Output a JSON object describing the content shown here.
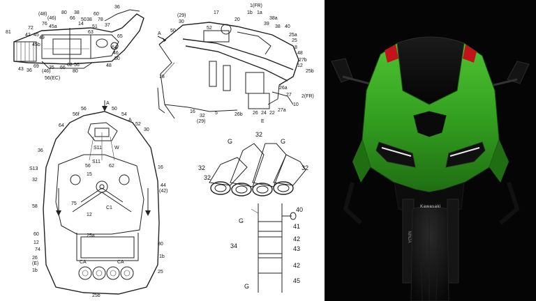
{
  "fig1": {
    "labels": [
      "(48)",
      "(46)",
      "80",
      "38",
      "60",
      "36",
      "45a",
      "45b",
      "81",
      "42",
      "45",
      "72",
      "76",
      "49",
      "43",
      "69",
      "36",
      "66",
      "62",
      "56",
      "56(EC)",
      "(46)",
      "80",
      "35",
      "50",
      "48",
      "64",
      "46",
      "51",
      "63",
      "65",
      "66",
      "50",
      "14",
      "37",
      "38",
      "78"
    ]
  },
  "fig2": {
    "labels": [
      "1(FR)",
      "(29)",
      "30",
      "17",
      "20",
      "1b",
      "1a",
      "38a",
      "39",
      "38",
      "40",
      "52",
      "50",
      "25a",
      "25",
      "8",
      "48",
      "27b",
      "12",
      "25b",
      "26a",
      "27",
      "2(FR)",
      "27a",
      "10",
      "26b",
      "26",
      "24",
      "22",
      "18",
      "16",
      "32",
      "(29)",
      "5",
      "E",
      "A"
    ]
  },
  "fig3": {
    "labels": [
      "A",
      "56",
      "50",
      "56f",
      "54",
      "64",
      "A",
      "52",
      "30",
      "S11",
      "W",
      "36",
      "S13",
      "16",
      "32",
      "56",
      "62",
      "15",
      "S11",
      "44",
      "(42)",
      "58",
      "75",
      "C1",
      "12",
      "60",
      "12",
      "25a",
      "74",
      "26",
      "(E)",
      "1b",
      "80",
      "1b",
      "CA",
      "CA",
      "25",
      "25b"
    ]
  },
  "fig4": {
    "labels": [
      "32",
      "G",
      "32",
      "G",
      "32",
      "32",
      "40",
      "G",
      "41",
      "34",
      "42",
      "43",
      "42",
      "G",
      "45"
    ]
  },
  "photo": {
    "badge_text": "Kawasaki",
    "fork_text": "NINJA"
  },
  "colors": {
    "body_green": "#3fae2a",
    "dark_green": "#1f6e12",
    "accent_red": "#c0141a",
    "background": "#050505"
  }
}
